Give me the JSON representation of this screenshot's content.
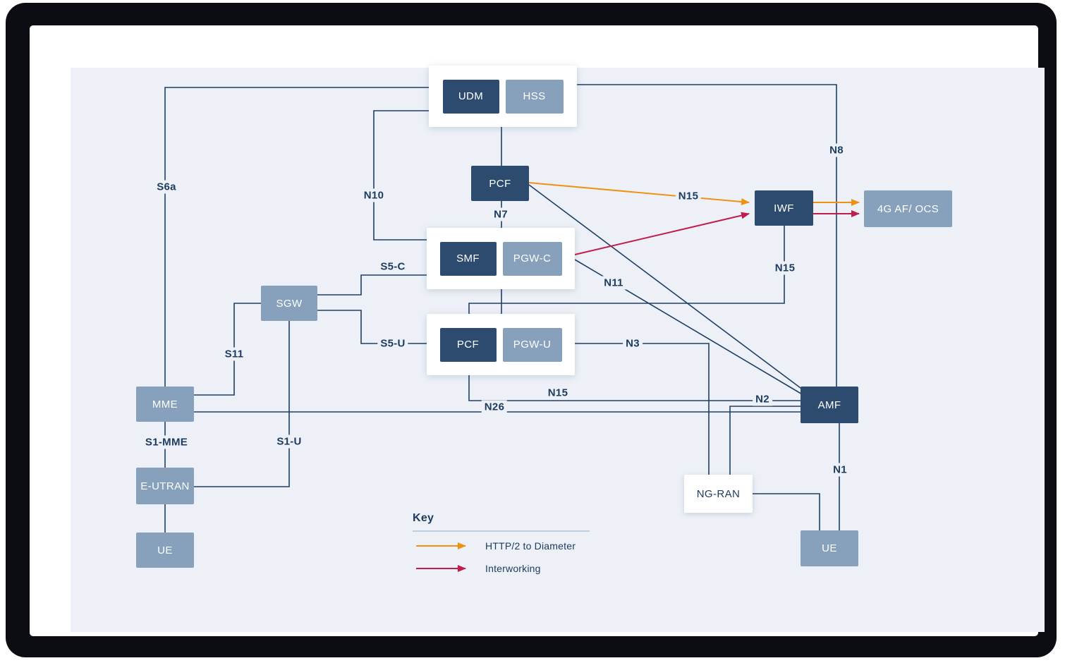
{
  "palette": {
    "panel_bg": "#edf1f7",
    "frame_bg": "#0b0d12",
    "dark_node": "#2d4b6e",
    "light_node": "#87a1bd",
    "line": "#1f3f66",
    "label_text": "#1d3c60",
    "http2_arrow": "#ed9313",
    "interworking_arrow": "#c01d4d"
  },
  "nodes": {
    "udm": {
      "label": "UDM"
    },
    "hss": {
      "label": "HSS"
    },
    "pcf_top": {
      "label": "PCF"
    },
    "smf": {
      "label": "SMF"
    },
    "pgw_c": {
      "label": "PGW-C"
    },
    "pcf_mid": {
      "label": "PCF"
    },
    "pgw_u": {
      "label": "PGW-U"
    },
    "sgw": {
      "label": "SGW"
    },
    "mme": {
      "label": "MME"
    },
    "eutran": {
      "label": "E-UTRAN"
    },
    "ue_left": {
      "label": "UE"
    },
    "iwf": {
      "label": "IWF"
    },
    "af_ocs": {
      "label": "4G AF/ OCS"
    },
    "amf": {
      "label": "AMF"
    },
    "ngran": {
      "label": "NG-RAN"
    },
    "ue_right": {
      "label": "UE"
    }
  },
  "edge_labels": {
    "s6a": "S6a",
    "n10": "N10",
    "n7": "N7",
    "n8": "N8",
    "n15_pcf_iwf": "N15",
    "n15_iwf_pcf": "N15",
    "n15_pcf_amf": "N15",
    "n11": "N11",
    "n3": "N3",
    "n26": "N26",
    "n2": "N2",
    "n1": "N1",
    "s5_c": "S5-C",
    "s5_u": "S5-U",
    "s11": "S11",
    "s1_mme": "S1-MME",
    "s1_u": "S1-U"
  },
  "legend": {
    "title": "Key",
    "items": [
      {
        "label": "HTTP/2 to Diameter",
        "type": "http2"
      },
      {
        "label": "Interworking",
        "type": "interworking"
      }
    ]
  }
}
